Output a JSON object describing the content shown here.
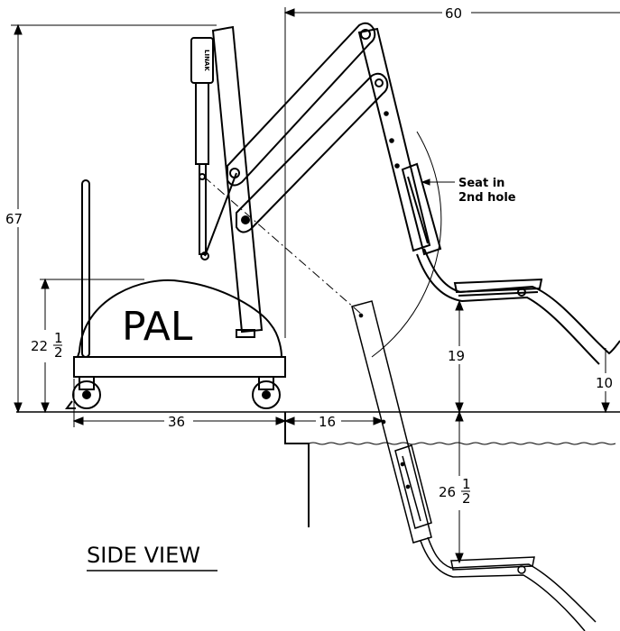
{
  "view_title": "SIDE VIEW",
  "base_label": "PAL",
  "actuator_label": "LINAK",
  "seat_note": [
    "Seat in",
    "2nd hole"
  ],
  "dimensions": {
    "reach": "60",
    "total_height": "67",
    "base_height_whole": "22",
    "base_height_num": "1",
    "base_height_den": "2",
    "base_length": "36",
    "deck_offset": "16",
    "seat_height": "19",
    "step_height": "10",
    "pool_depth_whole": "26",
    "pool_depth_num": "1",
    "pool_depth_den": "2"
  }
}
